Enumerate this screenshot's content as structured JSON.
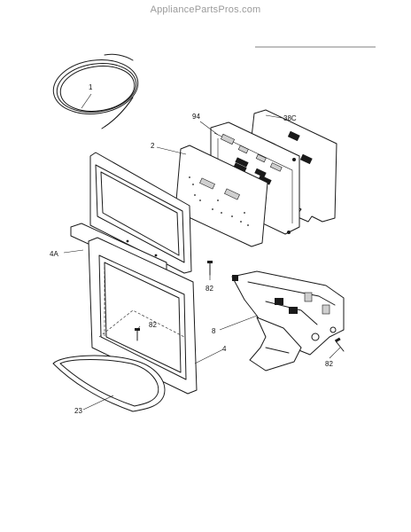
{
  "watermark": "AppliancePartsPros.com",
  "labels": {
    "p1": "1",
    "p94": "94",
    "p38c": "38C",
    "p2": "2",
    "p4a": "4A",
    "p82_top": "82",
    "p8": "8",
    "p82_mid": "82",
    "p4": "4",
    "p82_right": "82",
    "p23": "23"
  }
}
